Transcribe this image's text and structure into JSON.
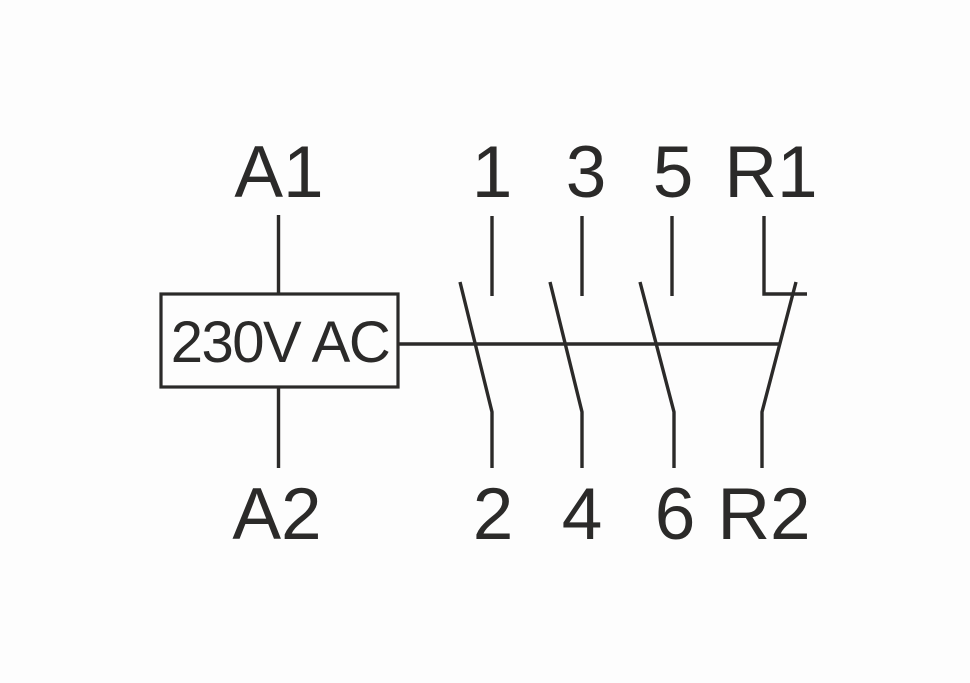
{
  "diagram": {
    "kind": "contactor-wiring-schematic",
    "coil": {
      "label": "230V AC",
      "top_terminal": "A1",
      "bottom_terminal": "A2"
    },
    "poles": [
      {
        "type": "NO",
        "top_terminal": "1",
        "bottom_terminal": "2"
      },
      {
        "type": "NO",
        "top_terminal": "3",
        "bottom_terminal": "4"
      },
      {
        "type": "NO",
        "top_terminal": "5",
        "bottom_terminal": "6"
      },
      {
        "type": "NC",
        "top_terminal": "R1",
        "bottom_terminal": "R2"
      }
    ],
    "colors": {
      "line": "#2b2a29",
      "background": "#fdfdfd"
    }
  }
}
